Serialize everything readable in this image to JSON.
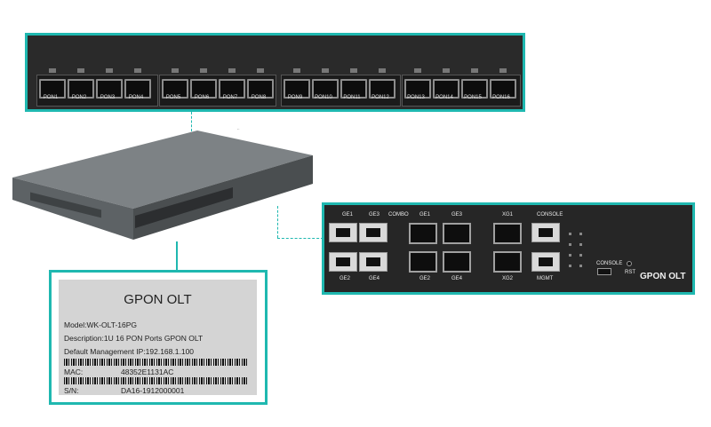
{
  "top_panel": {
    "ports": [
      "PON1",
      "PON2",
      "PON3",
      "PON4",
      "PON5",
      "PON6",
      "PON7",
      "PON8",
      "PON9",
      "PON10",
      "PON11",
      "PON12",
      "PON13",
      "PON14",
      "PON15",
      "PON16"
    ]
  },
  "right_panel": {
    "ge_top_left": "GE1",
    "ge_top_mid": "GE3",
    "combo": "COMBO",
    "sfp_ge_top_left": "GE1",
    "sfp_ge_top_right": "GE3",
    "xg_top": "XG1",
    "console_top": "CONSOLE",
    "ge_bot_left": "GE2",
    "ge_bot_mid": "GE4",
    "sfp_ge_bot_left": "GE2",
    "sfp_ge_bot_right": "GE4",
    "xg_bot": "XG2",
    "mgmt": "MGMT",
    "console_port": "CONSOLE",
    "rst": "RST",
    "brand": "GPON OLT"
  },
  "label": {
    "title": "GPON OLT",
    "model": "Model:WK-OLT-16PG",
    "description": "Description:1U 16 PON Ports GPON OLT",
    "ip": "Default Management IP:192.168.1.100",
    "mac_label": "MAC:",
    "mac_value": "48352E1131AC",
    "sn_label": "S/N:",
    "sn_value": "DA16-1912000001"
  },
  "colors": {
    "accent": "#1fb8b0"
  }
}
